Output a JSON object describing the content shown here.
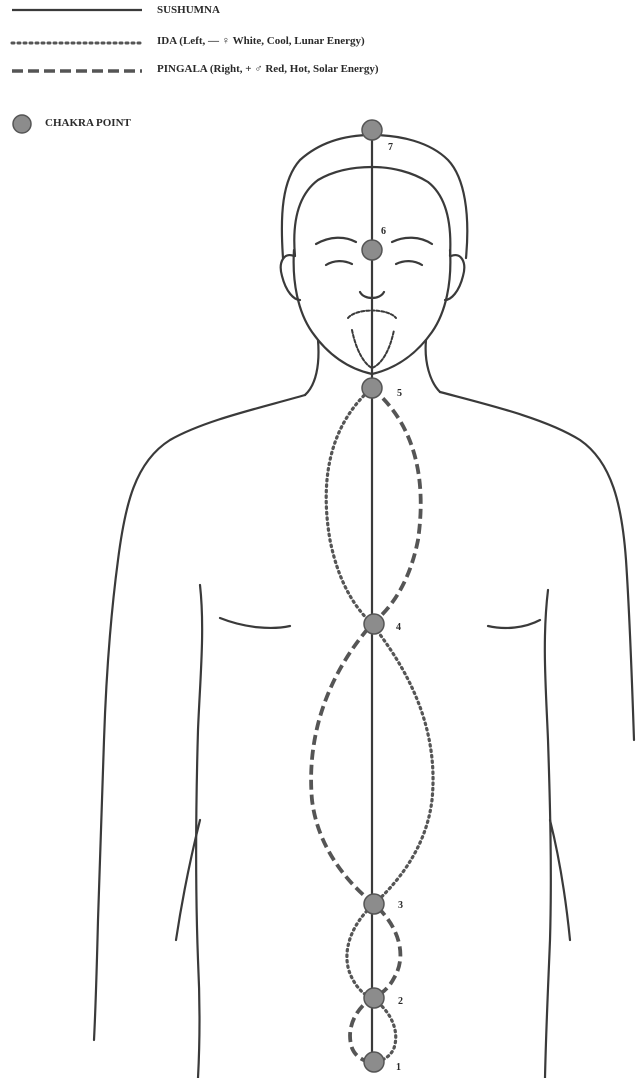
{
  "legend": {
    "sushumna": "SUSHUMNA",
    "ida": "IDA  (Left, — ♀ White, Cool, Lunar Energy)",
    "pingala": "PINGALA  (Right, + ♂ Red, Hot, Solar Energy)",
    "chakra": "CHAKRA POINT"
  },
  "chakras": [
    {
      "id": 1,
      "label": "1"
    },
    {
      "id": 2,
      "label": "2"
    },
    {
      "id": 3,
      "label": "3"
    },
    {
      "id": 4,
      "label": "4"
    },
    {
      "id": 5,
      "label": "5"
    },
    {
      "id": 6,
      "label": "6"
    },
    {
      "id": 7,
      "label": "7"
    }
  ],
  "colors": {
    "line": "#3a3a3a",
    "chakra_fill": "#8c8c8c",
    "chakra_stroke": "#555555"
  }
}
